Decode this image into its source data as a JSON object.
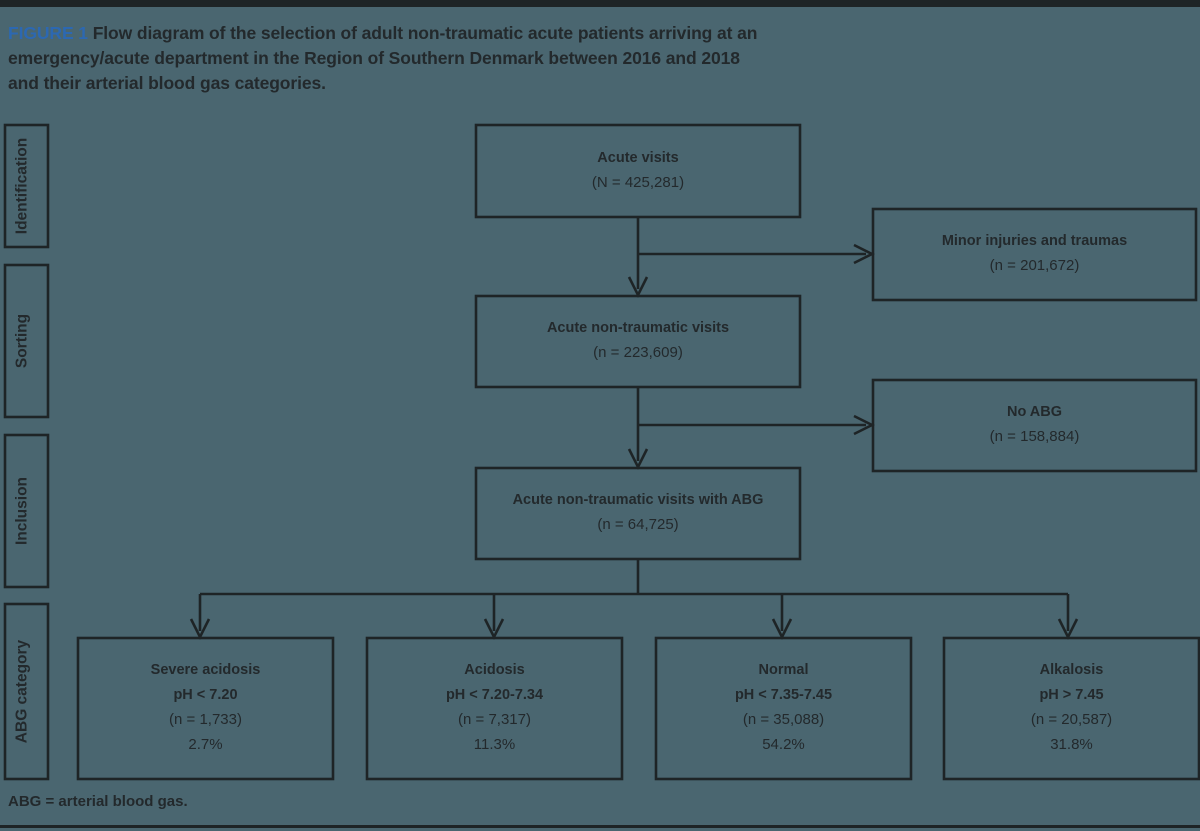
{
  "caption": {
    "figure_label": "FIGURE 1",
    "text": "Flow diagram of the selection of adult non-traumatic acute patients arriving at an emergency/acute department in the Region of Southern Denmark between 2016 and 2018 and their arterial blood gas categories."
  },
  "footnote": "ABG = arterial blood gas.",
  "colors": {
    "background": "#4a6670",
    "ink": "#23292c",
    "figure_label": "#2c68b2",
    "rule": "#1e2426"
  },
  "stage_labels": [
    {
      "label": "Identification"
    },
    {
      "label": "Sorting"
    },
    {
      "label": "Inclusion"
    },
    {
      "label": "ABG category"
    }
  ],
  "chart_data": {
    "type": "diagram",
    "title": "Flow diagram of the selection of adult non-traumatic acute patients",
    "nodes": [
      {
        "id": "acute-visits",
        "title": "Acute visits",
        "count": "(N = 425,281)",
        "stage": "Identification",
        "column": "main"
      },
      {
        "id": "minor-injuries",
        "title": "Minor injuries and traumas",
        "count": "(n = 201,672)",
        "stage": "Identification",
        "column": "excluded"
      },
      {
        "id": "acute-non-traumatic",
        "title": "Acute non-traumatic visits",
        "count": "(n = 223,609)",
        "stage": "Sorting",
        "column": "main"
      },
      {
        "id": "no-abg",
        "title": "No ABG",
        "count": "(n = 158,884)",
        "stage": "Sorting",
        "column": "excluded"
      },
      {
        "id": "acute-non-traumatic-abg",
        "title": "Acute non-traumatic visits with ABG",
        "count": "(n = 64,725)",
        "stage": "Inclusion",
        "column": "main"
      }
    ],
    "categories": [
      {
        "id": "severe-acidosis",
        "title": "Severe acidosis",
        "ph": "pH < 7.20",
        "count": "(n = 1,733)",
        "percent": "2.7%"
      },
      {
        "id": "acidosis",
        "title": "Acidosis",
        "ph": "pH < 7.20-7.34",
        "count": "(n = 7,317)",
        "percent": "11.3%"
      },
      {
        "id": "normal",
        "title": "Normal",
        "ph": "pH < 7.35-7.45",
        "count": "(n = 35,088)",
        "percent": "54.2%"
      },
      {
        "id": "alkalosis",
        "title": "Alkalosis",
        "ph": "pH > 7.45",
        "count": "(n = 20,587)",
        "percent": "31.8%"
      }
    ],
    "edges": [
      {
        "from": "acute-visits",
        "to": "minor-injuries",
        "kind": "exclusion"
      },
      {
        "from": "acute-visits",
        "to": "acute-non-traumatic",
        "kind": "flow"
      },
      {
        "from": "acute-non-traumatic",
        "to": "no-abg",
        "kind": "exclusion"
      },
      {
        "from": "acute-non-traumatic",
        "to": "acute-non-traumatic-abg",
        "kind": "flow"
      },
      {
        "from": "acute-non-traumatic-abg",
        "to": "severe-acidosis",
        "kind": "split"
      },
      {
        "from": "acute-non-traumatic-abg",
        "to": "acidosis",
        "kind": "split"
      },
      {
        "from": "acute-non-traumatic-abg",
        "to": "normal",
        "kind": "split"
      },
      {
        "from": "acute-non-traumatic-abg",
        "to": "alkalosis",
        "kind": "split"
      }
    ]
  }
}
